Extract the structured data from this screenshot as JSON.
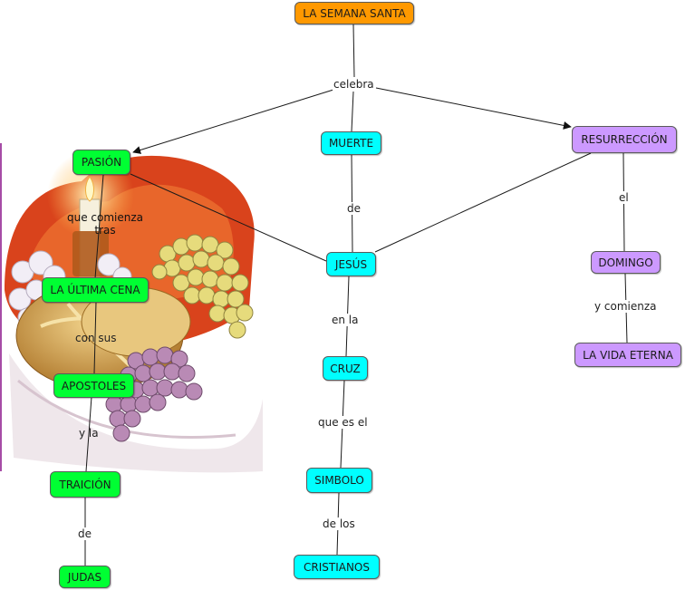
{
  "colors": {
    "root": "#ff9900",
    "passion_branch": "#00ff33",
    "death_branch": "#00ffff",
    "resurrection_branch": "#cc99ff",
    "line": "#1a1a1a"
  },
  "image": {
    "description_icon": "last-supper-bread-wine-candle-illustration"
  },
  "nodes": {
    "semana_santa": "LA SEMANA SANTA",
    "pasion": "PASIÓN",
    "ultima_cena": "LA ÚLTIMA CENA",
    "apostoles": "APOSTOLES",
    "traicion": "TRAICIÓN",
    "judas": "JUDAS",
    "muerte": "MUERTE",
    "jesus": "JESÚS",
    "cruz": "CRUZ",
    "simbolo": "SIMBOLO",
    "cristianos": "CRISTIANOS",
    "resurreccion": "RESURRECCIÓN",
    "domingo": "DOMINGO",
    "vida_eterna": "LA VIDA ETERNA"
  },
  "links": {
    "celebra": "celebra",
    "que_comienza": "que comienza\ntras",
    "con_sus": "con sus",
    "y_la": "y la",
    "de_judas": "de",
    "de_jesus": "de",
    "en_la": "en la",
    "que_es_el": "que es el",
    "de_los": "de los",
    "el": "el",
    "y_comienza": "y comienza"
  }
}
